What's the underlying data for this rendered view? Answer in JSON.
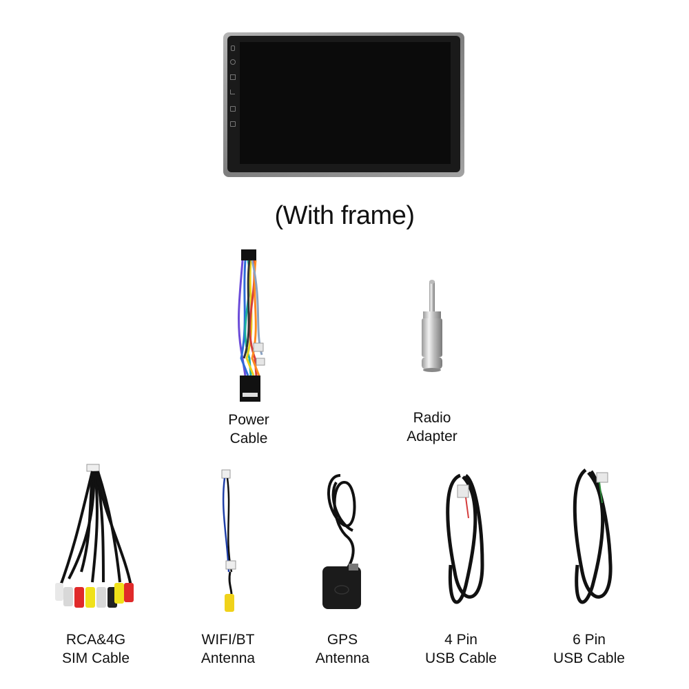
{
  "caption": "(With frame)",
  "head_unit": {
    "side_icons": [
      "mic-icon",
      "power-icon",
      "home-icon",
      "back-icon",
      "volume-up-icon",
      "volume-down-icon"
    ]
  },
  "items": [
    {
      "key": "power",
      "line1": "Power",
      "line2": "Cable"
    },
    {
      "key": "radio",
      "line1": "Radio",
      "line2": "Adapter"
    },
    {
      "key": "rca",
      "line1": "RCA&4G",
      "line2": "SIM Cable"
    },
    {
      "key": "wifi",
      "line1": "WIFI/BT",
      "line2": "Antenna"
    },
    {
      "key": "gps",
      "line1": "GPS",
      "line2": "Antenna"
    },
    {
      "key": "usb4",
      "line1": "4 Pin",
      "line2": "USB Cable"
    },
    {
      "key": "usb6",
      "line1": "6 Pin",
      "line2": "USB Cable"
    }
  ],
  "colors": {
    "bezel": "#1a1a1a",
    "frame": "#8c8c8c",
    "screen": "#0b0b0b",
    "cable": "#111111",
    "chrome": "#c9c9c9"
  }
}
